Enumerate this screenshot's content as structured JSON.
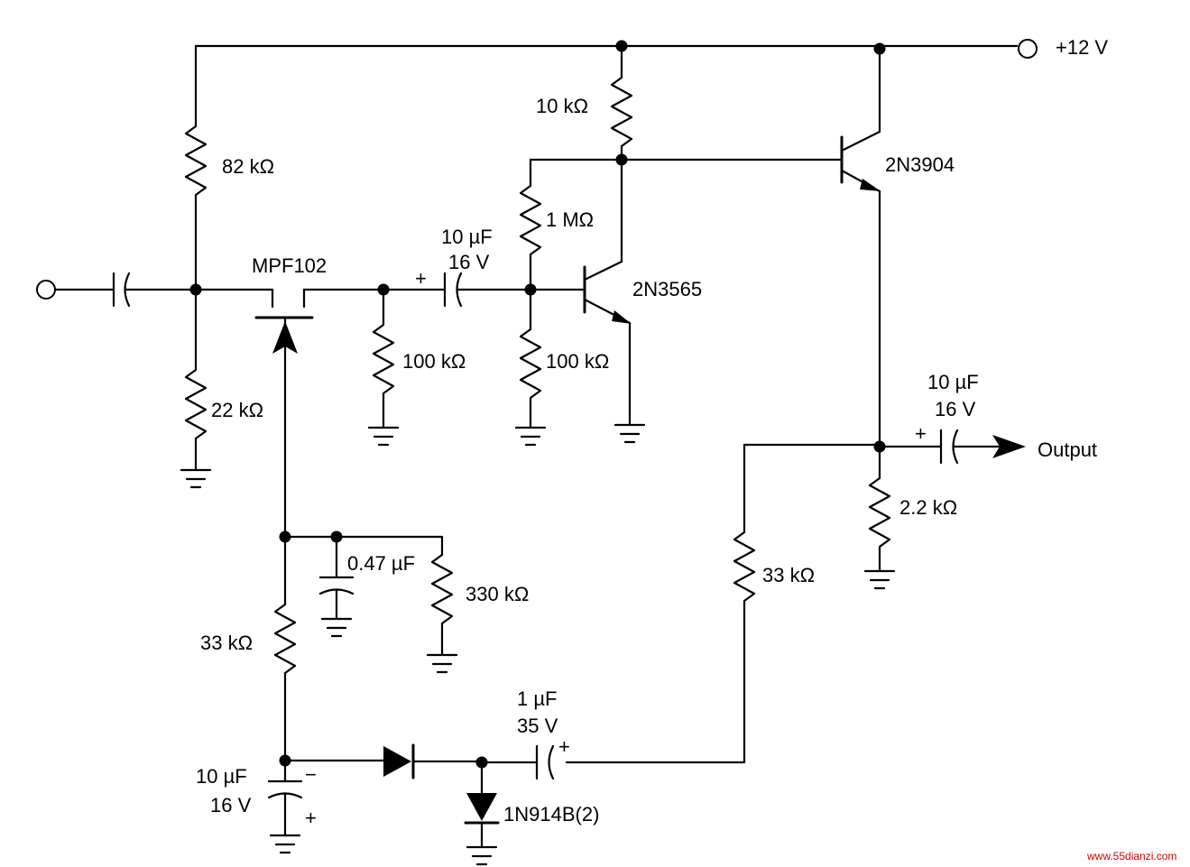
{
  "labels": {
    "supply": "+12 V",
    "r_82k": "82 kΩ",
    "r_22k": "22 kΩ",
    "fet": "MPF102",
    "r_100k_drain": "100 kΩ",
    "c_couple_value": "10 µF",
    "c_couple_voltage": "16 V",
    "c_couple_plus": "+",
    "r_10k": "10 kΩ",
    "r_1m": "1 MΩ",
    "q1": "2N3565",
    "r_100k_base": "100 kΩ",
    "q2": "2N3904",
    "c_out_value": "10 µF",
    "c_out_voltage": "16 V",
    "c_out_plus": "+",
    "output": "Output",
    "r_2k2": "2.2 kΩ",
    "c_047": "0.47 µF",
    "r_330k": "330 kΩ",
    "r_33k_left": "33 kΩ",
    "r_33k_right": "33 kΩ",
    "c_1u_value": "1 µF",
    "c_1u_voltage": "35 V",
    "c_1u_plus": "+",
    "c_10u_value": "10 µF",
    "c_10u_voltage": "16 V",
    "c_10u_minus": "−",
    "c_10u_plus": "+",
    "diodes": "1N914B(2)",
    "watermark": "www.55dianzi.com"
  }
}
